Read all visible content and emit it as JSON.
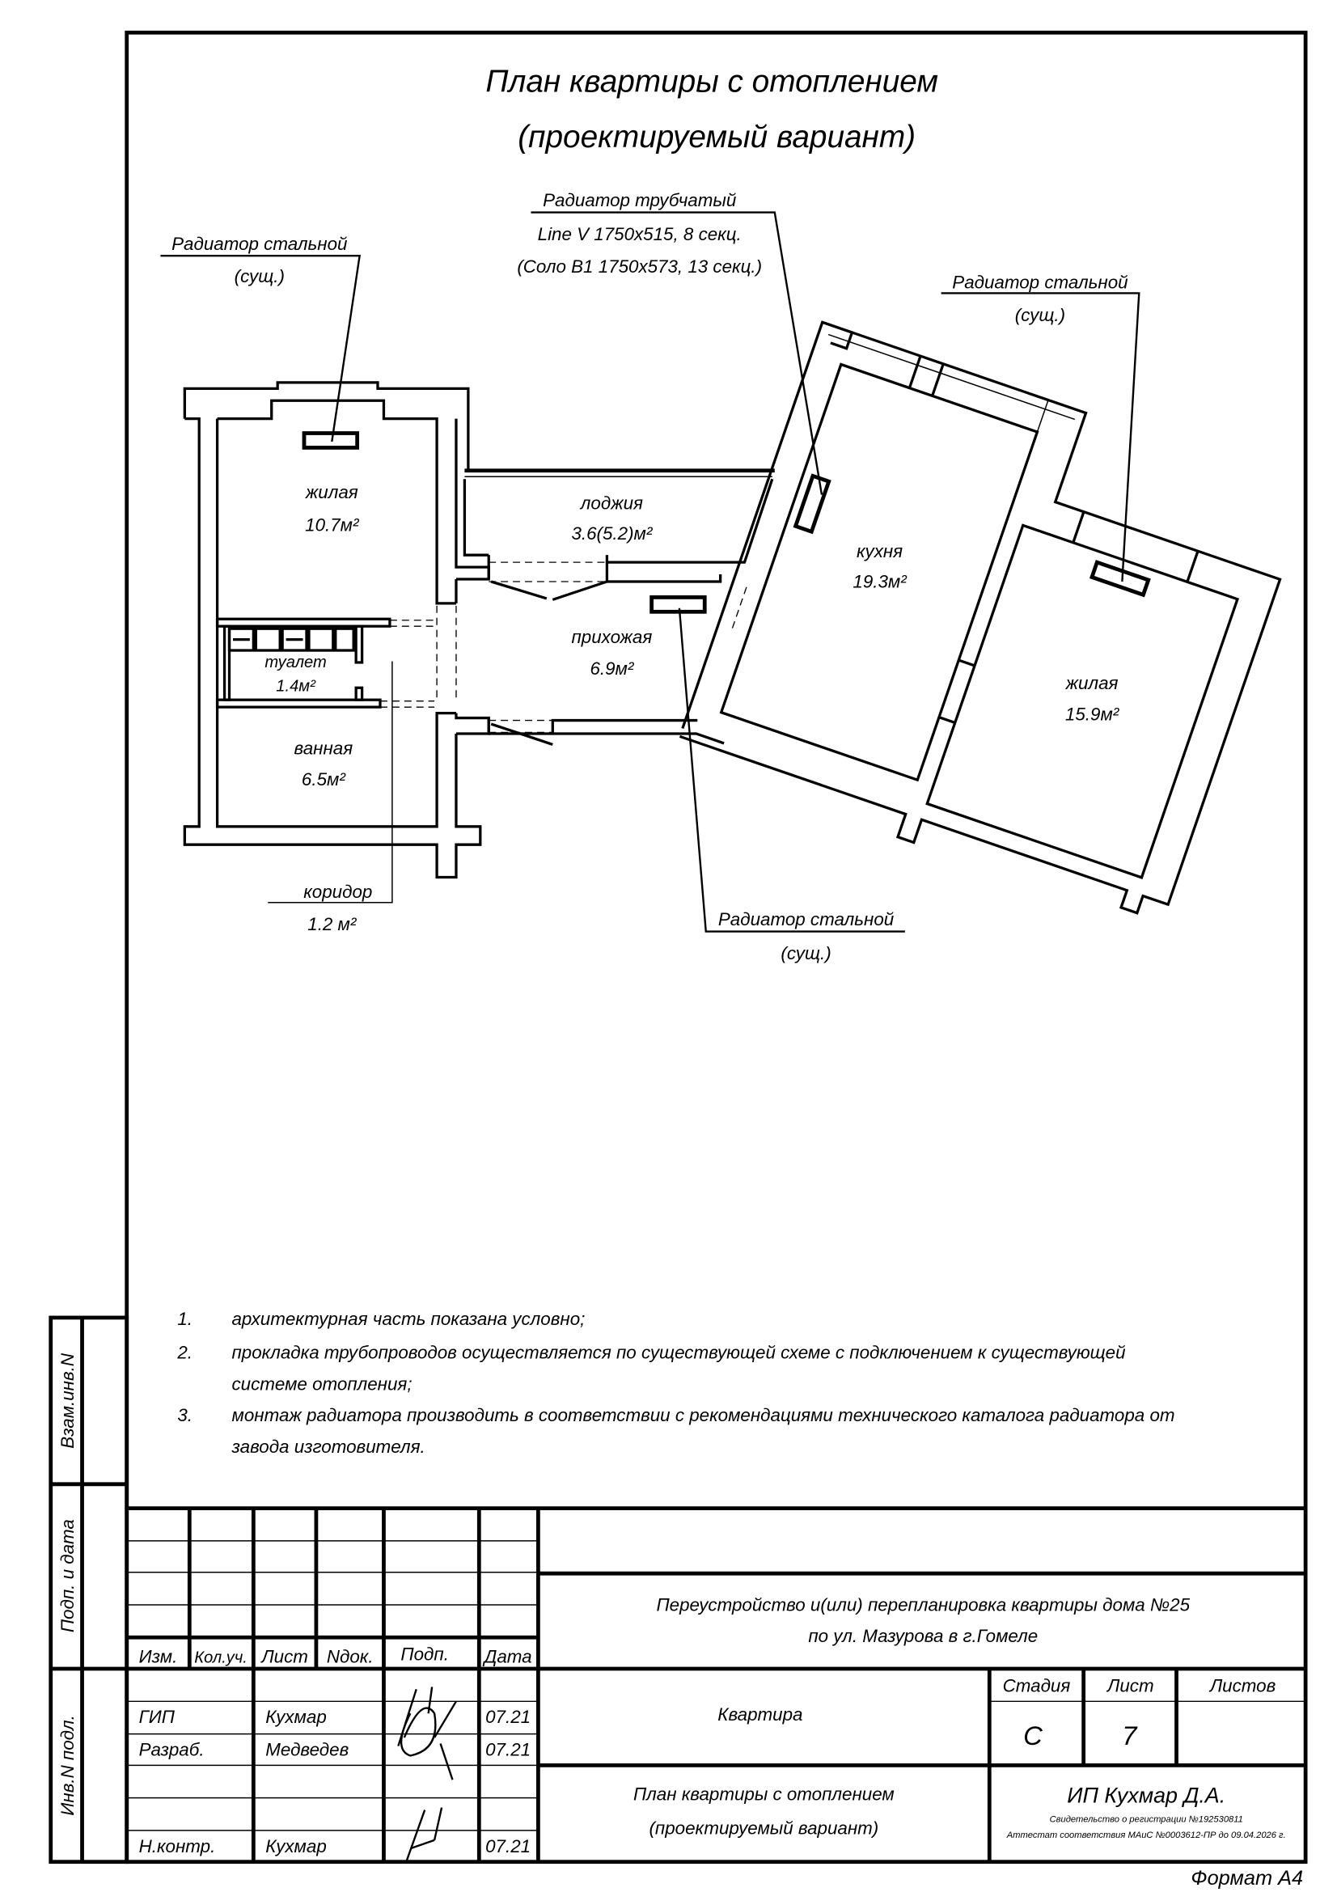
{
  "title": {
    "line1": "План квартиры с отоплением",
    "line2": "(проектируемый вариант)"
  },
  "callouts": {
    "rad_left": {
      "title": "Радиатор стальной",
      "sub": "(сущ.)"
    },
    "rad_kitchen": {
      "title": "Радиатор трубчатый",
      "line2": "Line V 1750x515, 8 секц.",
      "line3": "(Соло В1 1750х573, 13 секц.)"
    },
    "rad_right": {
      "title": "Радиатор стальной",
      "sub": "(сущ.)"
    },
    "rad_hall": {
      "title": "Радиатор стальной",
      "sub": "(сущ.)"
    },
    "corridor": {
      "title": "коридор",
      "area": "1.2 м²"
    }
  },
  "rooms": {
    "living1": {
      "name": "жилая",
      "area": "10.7м²"
    },
    "loggia": {
      "name": "лоджия",
      "area": "3.6(5.2)м²"
    },
    "kitchen": {
      "name": "кухня",
      "area": "19.3м²"
    },
    "hall": {
      "name": "прихожая",
      "area": "6.9м²"
    },
    "toilet": {
      "name": "туалет",
      "area": "1.4м²"
    },
    "bath": {
      "name": "ванная",
      "area": "6.5м²"
    },
    "living2": {
      "name": "жилая",
      "area": "15.9м²"
    }
  },
  "notes": [
    {
      "num": "1.",
      "lines": [
        "архитектурная часть показана условно;"
      ]
    },
    {
      "num": "2.",
      "lines": [
        "прокладка трубопроводов осуществляется по существующей схеме с подключением к существующей",
        "системе отопления;"
      ]
    },
    {
      "num": "3.",
      "lines": [
        "монтаж радиатора производить в соответствии с рекомендациями технического каталога радиатора от",
        "завода изготовителя."
      ]
    }
  ],
  "side_stamp": {
    "replace_inv": "Взам.инв.N",
    "sign_date": "Подп. и дата",
    "inv_orig": "Инв.N подл."
  },
  "title_block": {
    "headers": [
      "Изм.",
      "Кол.уч.",
      "Лист",
      "Nдок.",
      "Подп.",
      "Дата"
    ],
    "people": [
      {
        "role": "ГИП",
        "name": "Кухмар",
        "date": "07.21"
      },
      {
        "role": "Разраб.",
        "name": "Медведев",
        "date": "07.21"
      },
      {
        "role": "Н.контр.",
        "name": "Кухмар",
        "date": "07.21"
      }
    ],
    "project_line1": "Переустройство и(или) перепланировка квартиры дома №25",
    "project_line2": "по ул. Мазурова в г.Гомеле",
    "object": "Квартира",
    "sheet_title1": "План квартиры с отоплением",
    "sheet_title2": "(проектируемый вариант)",
    "stage_label": "Стадия",
    "sheet_label": "Лист",
    "sheets_label": "Листов",
    "stage": "С",
    "sheet": "7",
    "company": "ИП Кухмар Д.А.",
    "cert1": "Свидетельство о регистрации №192530811",
    "cert2": "Аттестат соответствия МАиС №0003612-ПР до 09.04.2026 г."
  },
  "format": "Формат А4"
}
